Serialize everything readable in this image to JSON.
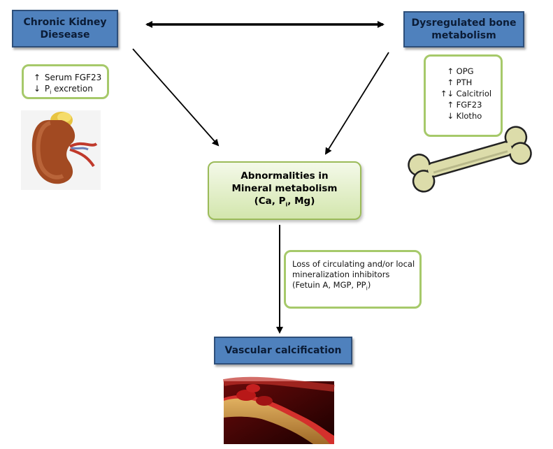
{
  "nodes": {
    "ckd": {
      "line1": "Chronic Kidney",
      "line2": "Diesease"
    },
    "bone": {
      "line1": "Dysregulated bone",
      "line2": "metabolism"
    },
    "mineral": {
      "line1": "Abnormalities in",
      "line2": "Mineral metabolism",
      "line3_pre": "(Ca, P",
      "line3_sub": "i",
      "line3_post": ", Mg)"
    },
    "vascular": {
      "label": "Vascular calcification"
    }
  },
  "kidney_notes": [
    {
      "arrow": "↑",
      "text": "Serum FGF23"
    },
    {
      "arrow": "↓",
      "text_pre": "P",
      "text_sub": "i",
      "text_post": " excretion"
    }
  ],
  "bone_notes": [
    {
      "arrow": "↑",
      "text": "OPG"
    },
    {
      "arrow": "↑",
      "text": "PTH"
    },
    {
      "arrow": "↑↓",
      "text": "Calcitriol"
    },
    {
      "arrow": "↑",
      "text": "FGF23"
    },
    {
      "arrow": "↓",
      "text": "Klotho"
    }
  ],
  "inhibitors": {
    "line1": "Loss of circulating and/or local",
    "line2": "mineralization inhibitors",
    "line3_pre": "(Fetuin A, MGP, PP",
    "line3_sub": "i",
    "line3_post": ")"
  },
  "colors": {
    "blue_box": "#4f81bd",
    "green_border": "#a6c96a",
    "center_fill": "#d3e6ad"
  },
  "icons": [
    "kidney-illustration",
    "bone-illustration",
    "artery-illustration"
  ]
}
